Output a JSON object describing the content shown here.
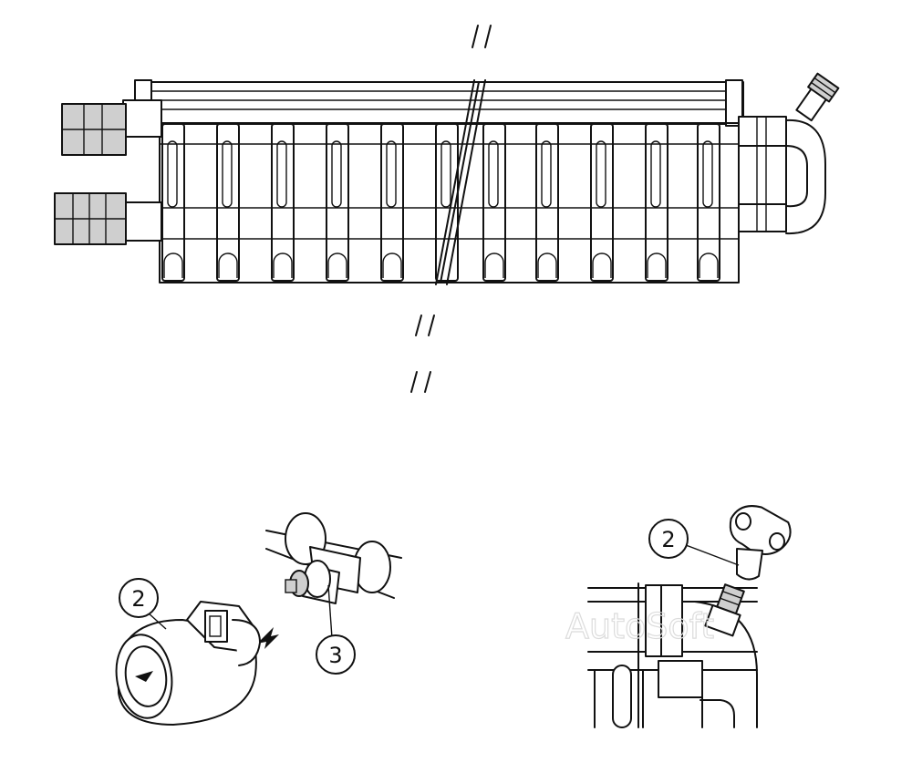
{
  "callouts": {
    "left_radiator_cap": "2",
    "left_valve": "3",
    "right_bleed_key": "2"
  },
  "watermark": "AutoSoft",
  "colors": {
    "line": "#111111",
    "background": "#ffffff",
    "hatch": "#cfcfcf"
  }
}
